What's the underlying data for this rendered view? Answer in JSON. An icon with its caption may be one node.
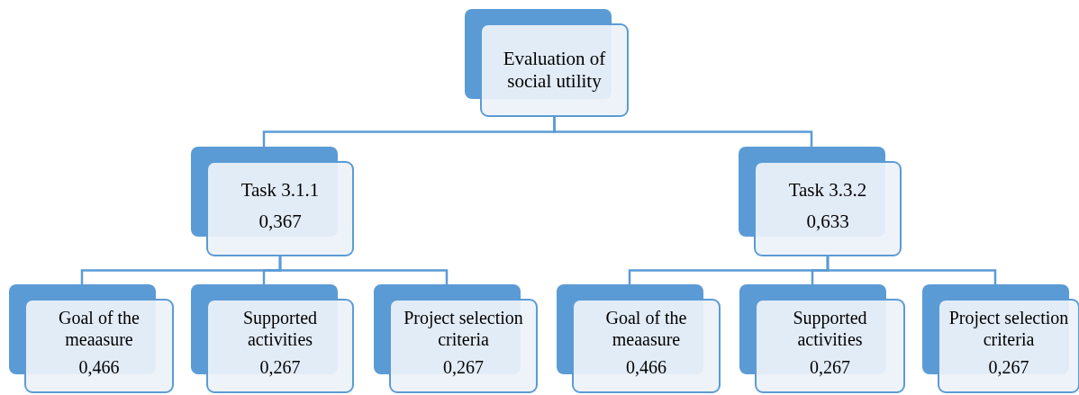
{
  "diagram": {
    "nodes": [
      {
        "text": [
          "Evaluation of social utility"
        ]
      },
      {
        "text": [
          "Task 3.1.1",
          "0,367"
        ]
      },
      {
        "text": [
          "Task 3.3.2",
          "0,633"
        ]
      },
      {
        "text": [
          "Goal of the meaasure",
          "0,466"
        ]
      },
      {
        "text": [
          "Supported activities",
          "0,267"
        ]
      },
      {
        "text": [
          "Project selection criteria",
          "0,267"
        ]
      },
      {
        "text": [
          "Goal of the meaasure",
          "0,466"
        ]
      },
      {
        "text": [
          "Supported activities",
          "0,267"
        ]
      },
      {
        "text": [
          "Project selection criteria",
          "0,267"
        ]
      }
    ],
    "edges": [
      {
        "from": 0,
        "to": 1,
        "arrow": "none"
      },
      {
        "from": 0,
        "to": 2,
        "arrow": "none"
      },
      {
        "from": 1,
        "to": 3,
        "arrow": "none"
      },
      {
        "from": 1,
        "to": 4,
        "arrow": "none"
      },
      {
        "from": 1,
        "to": 5,
        "arrow": "none"
      },
      {
        "from": 2,
        "to": 6,
        "arrow": "none"
      },
      {
        "from": 2,
        "to": 7,
        "arrow": "none"
      },
      {
        "from": 2,
        "to": 8,
        "arrow": "none"
      }
    ]
  }
}
